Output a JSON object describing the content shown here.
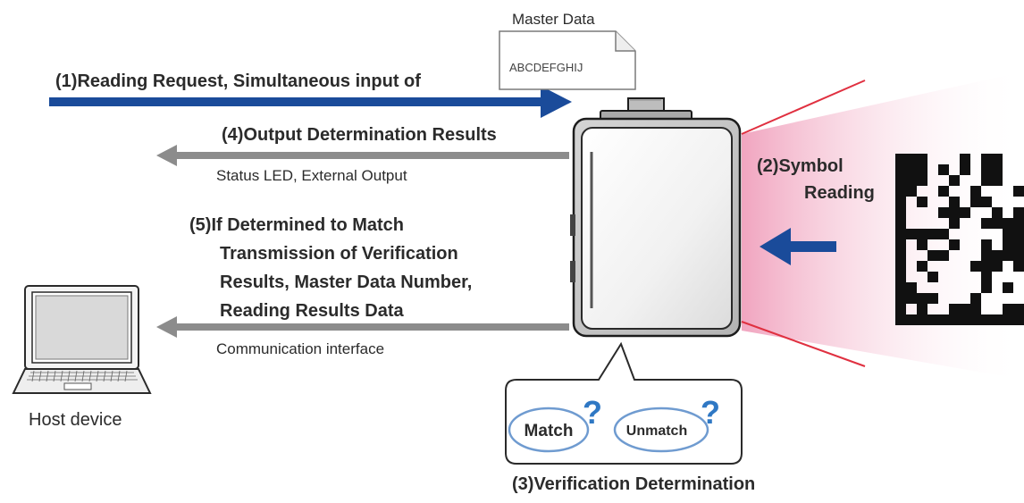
{
  "master_data": {
    "title": "Master Data",
    "content": "ABCDEFGHIJ"
  },
  "steps": {
    "step1": "(1)Reading Request, Simultaneous input of",
    "step2_line1": "(2)Symbol",
    "step2_line2": "Reading",
    "step3": "(3)Verification Determination",
    "step4": "(4)Output Determination Results",
    "step4_sub": "Status LED, External Output",
    "step5_line1": "(5)If Determined to Match",
    "step5_line2": "Transmission of Verification",
    "step5_line3": "Results, Master Data Number,",
    "step5_line4": "Reading Results Data",
    "step5_sub": "Communication interface"
  },
  "host": {
    "label": "Host device"
  },
  "bubble": {
    "match": "Match",
    "unmatch": "Unmatch",
    "question": "?"
  },
  "colors": {
    "blue_arrow": "#1a4b9a",
    "gray_arrow": "#8c8c8c",
    "question_blue": "#2f78c4",
    "laser_red": "#e03040",
    "laser_glow": "#f4b8cc",
    "text": "#2b2b2b"
  }
}
